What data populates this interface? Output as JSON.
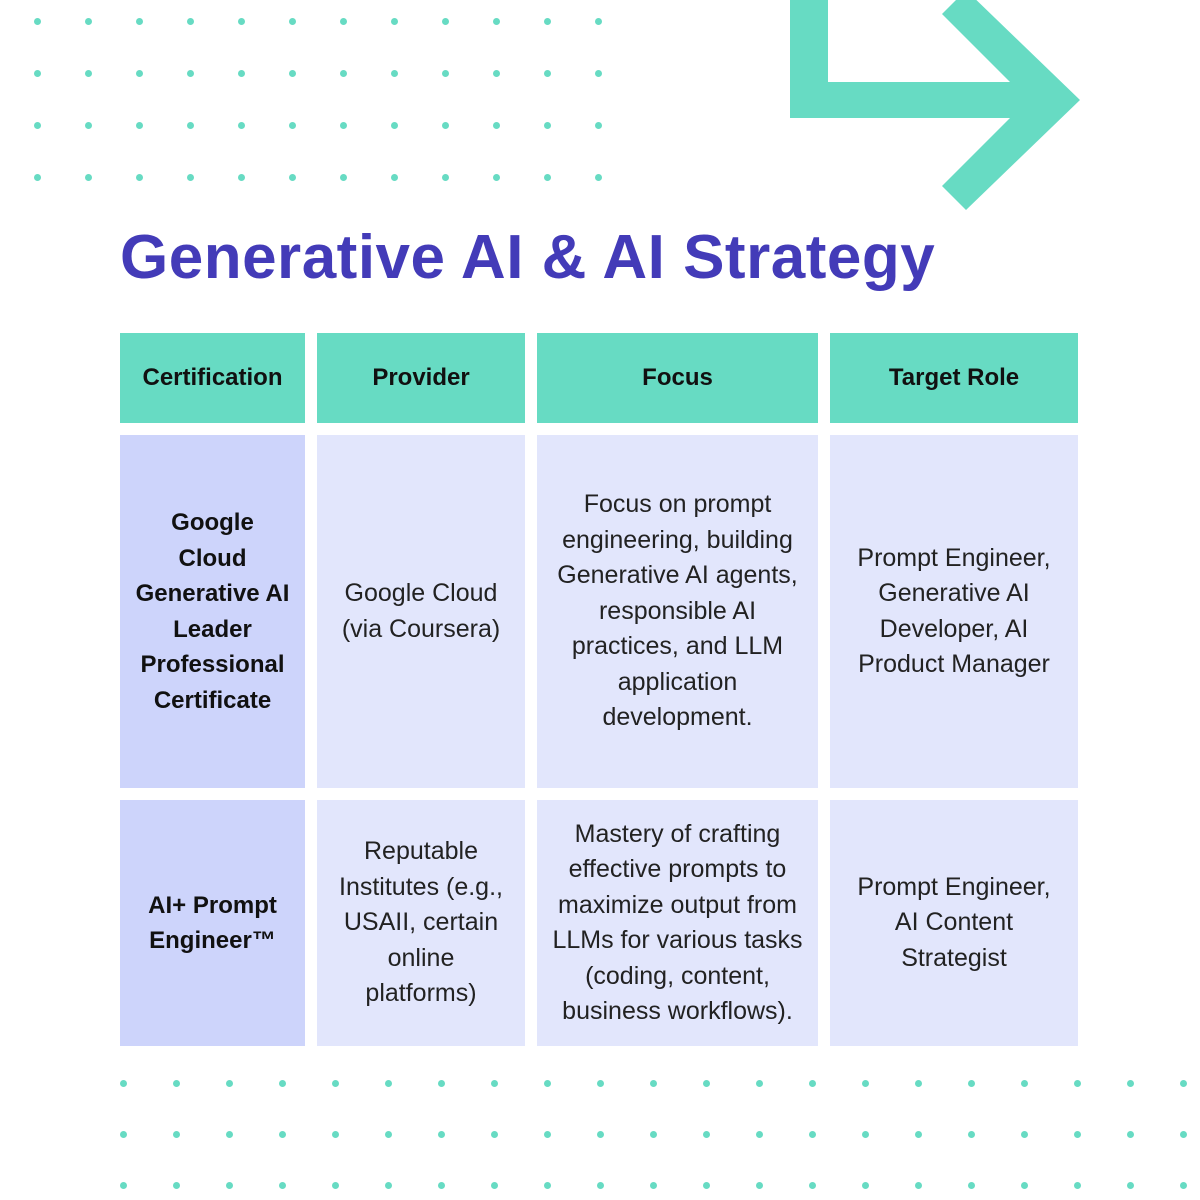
{
  "title": "Generative AI & AI Strategy",
  "colors": {
    "accent": "#67dbc3",
    "title": "#433bb8",
    "first_column": "#cdd4fb",
    "cell": "#e2e6fc"
  },
  "decor": {
    "arrow_icon": "arrow-right-icon"
  },
  "table": {
    "headers": [
      "Certification",
      "Provider",
      "Focus",
      "Target Role"
    ],
    "rows": [
      {
        "certification": "Google Cloud Generative AI Leader Professional Certificate",
        "provider": "Google Cloud (via Coursera)",
        "focus": "Focus on prompt engineering, building Generative AI agents, responsible AI practices, and LLM application development.",
        "target_role": "Prompt Engineer, Generative AI Developer, AI Product Manager"
      },
      {
        "certification": "AI+ Prompt Engineer™",
        "provider": "Reputable Institutes (e.g., USAII, certain online platforms)",
        "focus": "Mastery of crafting effective prompts to maximize output from LLMs for various tasks (coding, content, business workflows).",
        "target_role": "Prompt Engineer, AI Content Strategist"
      }
    ]
  }
}
